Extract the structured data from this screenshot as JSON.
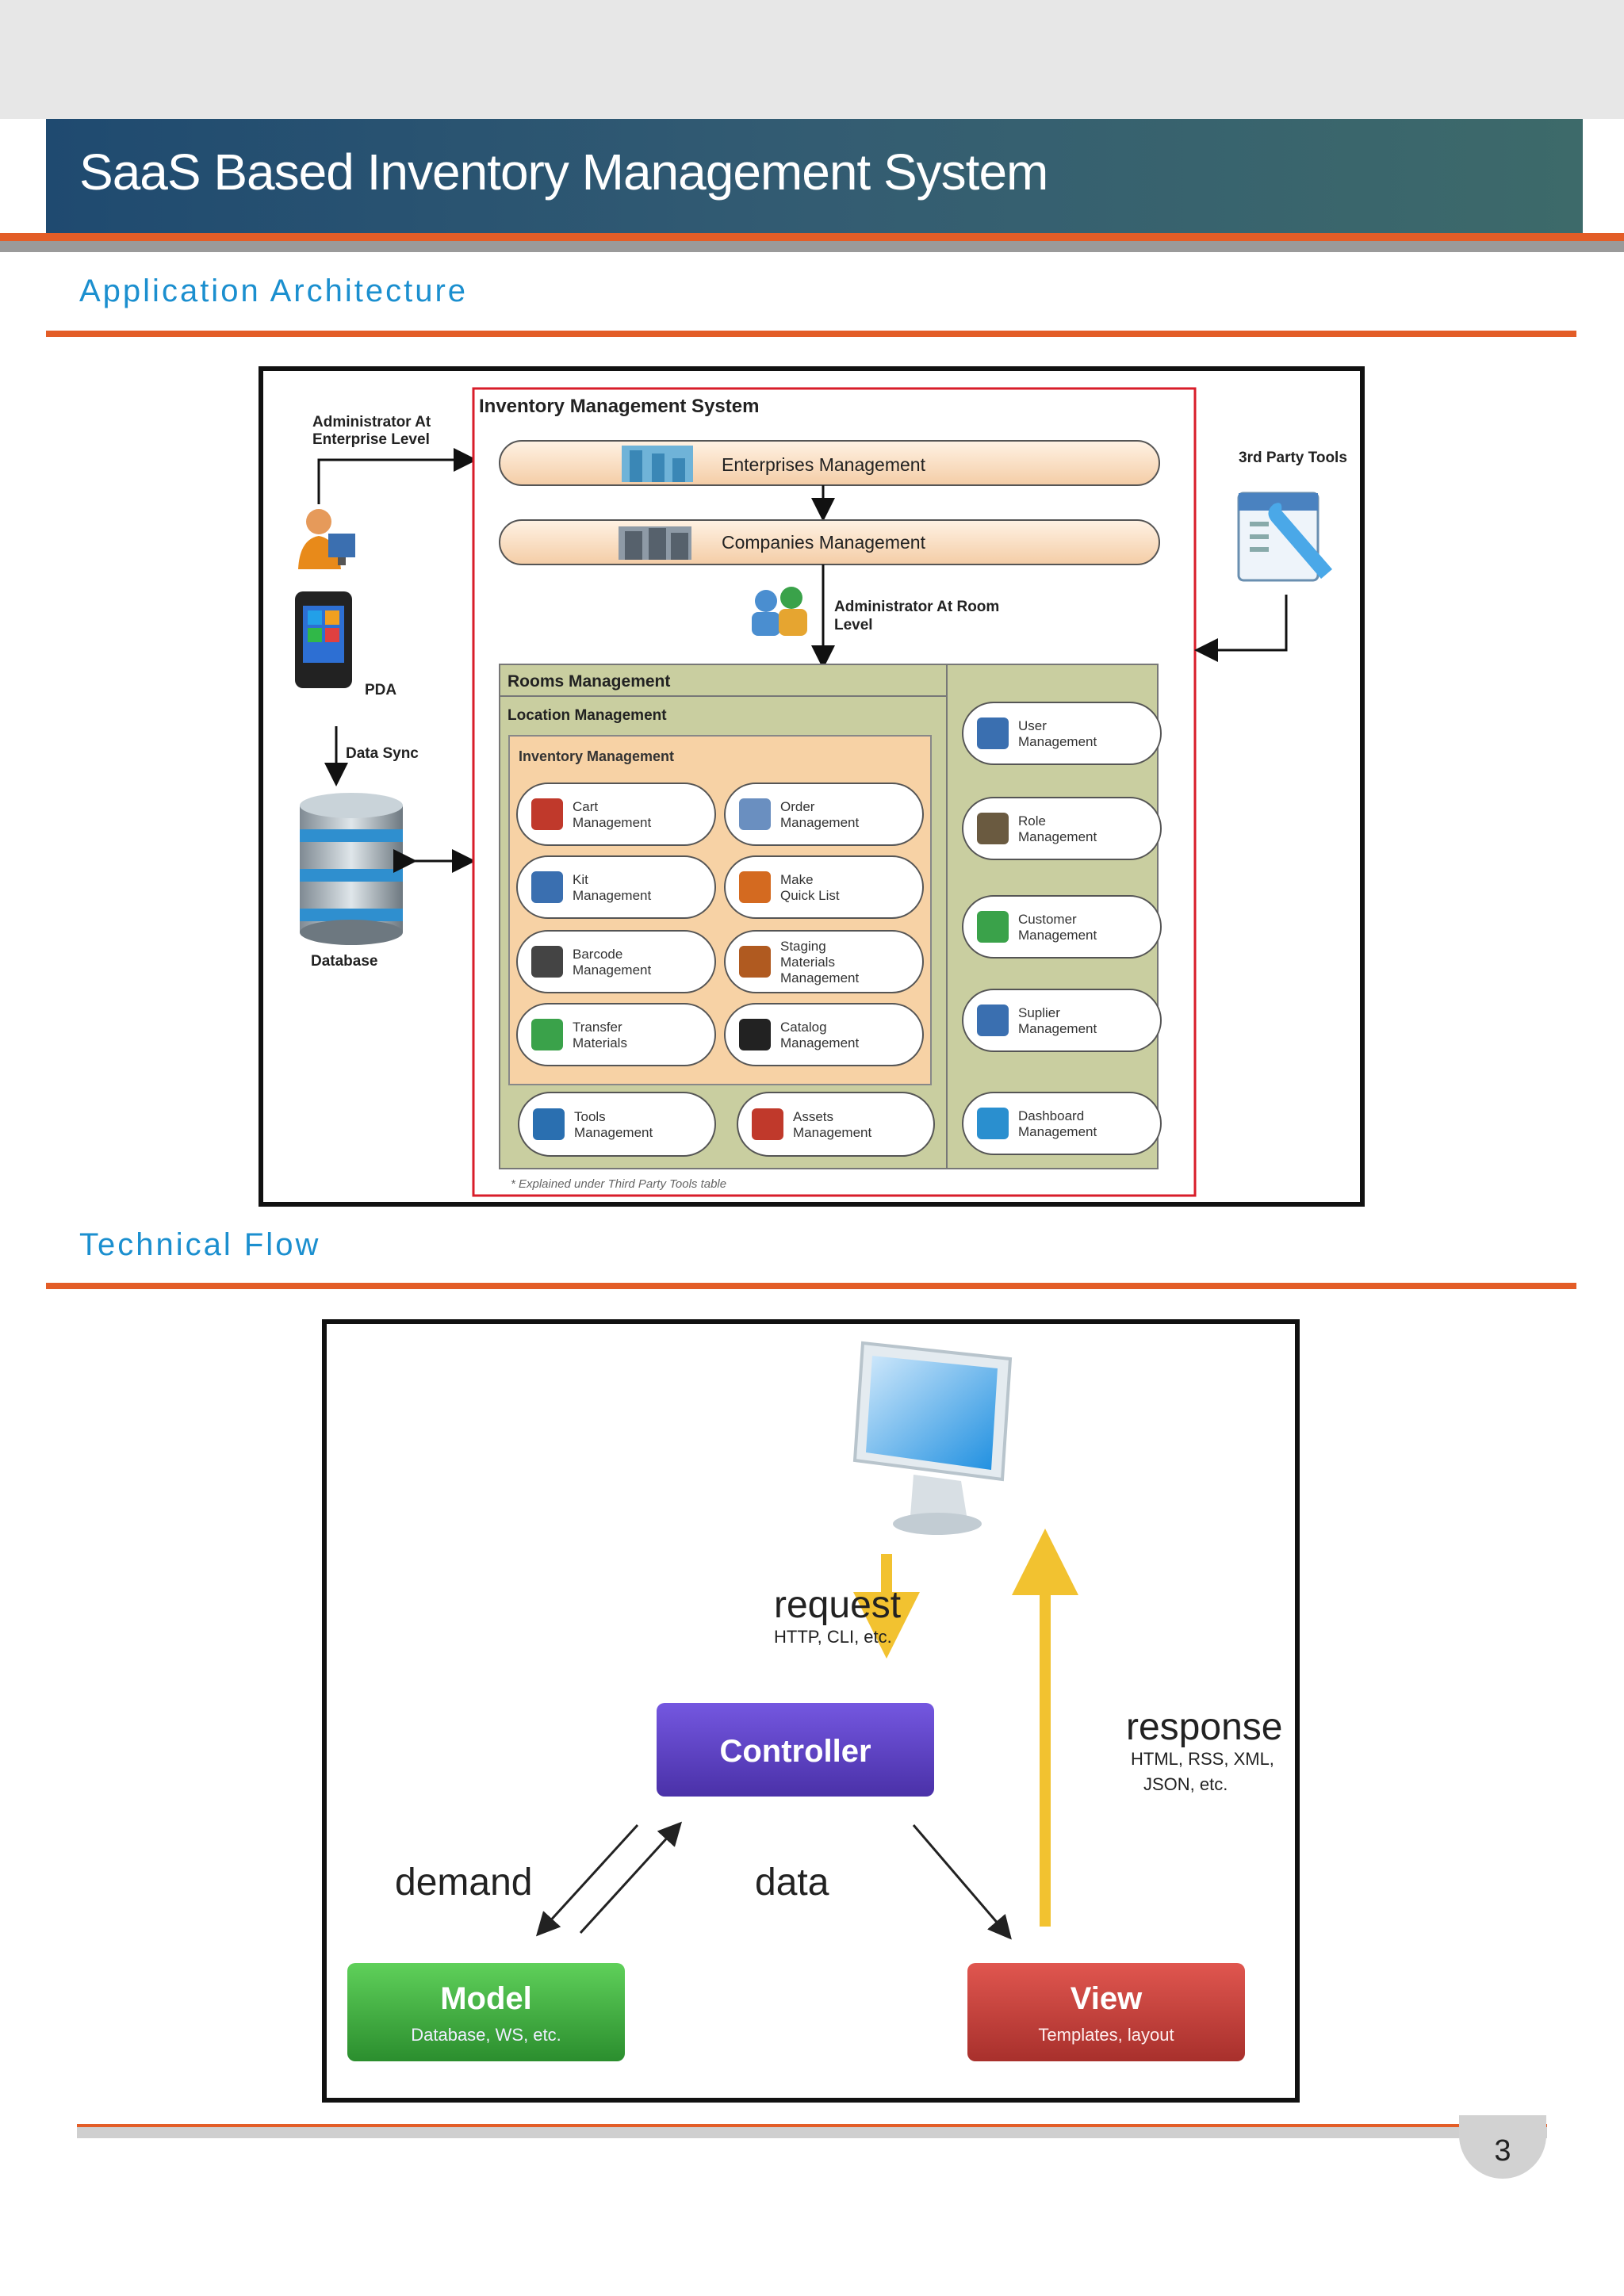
{
  "header": {
    "title": "SaaS Based Inventory Management System"
  },
  "sections": {
    "architecture_title": "Application Architecture",
    "flow_title": "Technical Flow"
  },
  "architecture": {
    "system_title": "Inventory Management System",
    "admin_enterprise": [
      "Administrator At",
      "Enterprise Level"
    ],
    "third_party": "3rd Party Tools",
    "pda": "PDA",
    "data_sync": "Data Sync",
    "database": "Database",
    "enterprises": "Enterprises Management",
    "companies": "Companies Management",
    "admin_room": [
      "Administrator At Room",
      "Level"
    ],
    "rooms": "Rooms Management",
    "location": "Location Management",
    "inventory": "Inventory Management",
    "modules": [
      [
        "Cart",
        "Management"
      ],
      [
        "Order",
        "Management"
      ],
      [
        "Kit",
        "Management"
      ],
      [
        "Make",
        "Quick List"
      ],
      [
        "Barcode",
        "Management"
      ],
      [
        "Staging",
        "Materials",
        "Management"
      ],
      [
        "Transfer",
        "Materials"
      ],
      [
        "Catalog",
        "Management"
      ],
      [
        "Tools",
        "Management"
      ],
      [
        "Assets",
        "Management"
      ]
    ],
    "side_modules": [
      [
        "User",
        "Management"
      ],
      [
        "Role",
        "Management"
      ],
      [
        "Customer",
        "Management"
      ],
      [
        "Suplier",
        "Management"
      ],
      [
        "Dashboard",
        "Management"
      ]
    ],
    "footnote": "* Explained under Third Party Tools table"
  },
  "flow": {
    "request": "request",
    "request_sub": "HTTP, CLI, etc.",
    "response": "response",
    "response_sub1": "HTML, RSS, XML,",
    "response_sub2": "JSON, etc.",
    "controller": "Controller",
    "demand": "demand",
    "data": "data",
    "model": "Model",
    "model_sub": "Database, WS, etc.",
    "view": "View",
    "view_sub": "Templates, layout"
  },
  "page_number": "3",
  "colors": {
    "header_bg": "#2a5370",
    "accent_orange": "#e35d27",
    "section_blue": "#1b8fcf",
    "controller": "#5b3fc2",
    "model": "#3ea63a",
    "view": "#c9413c"
  }
}
